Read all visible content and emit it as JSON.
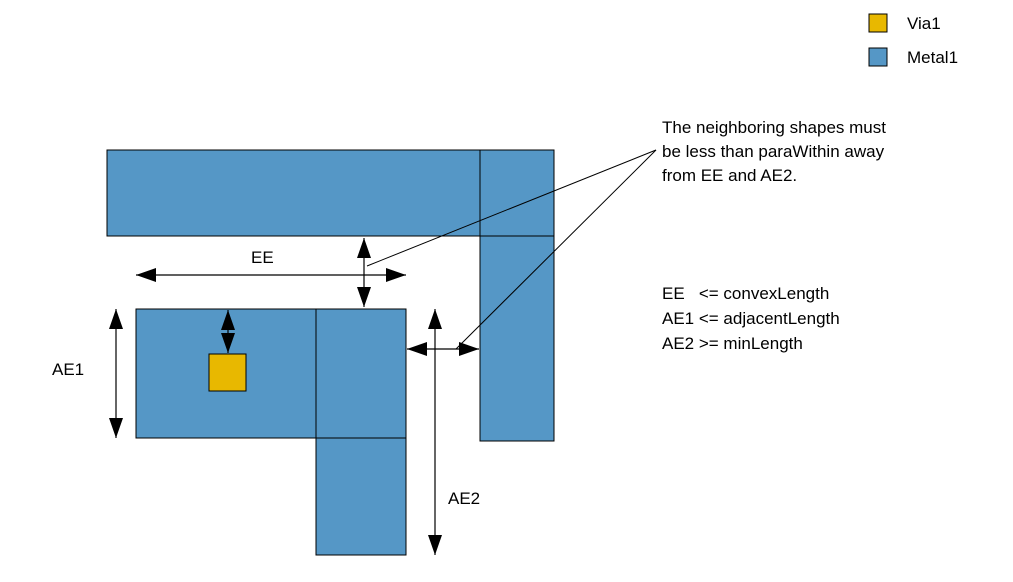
{
  "legend": {
    "items": [
      {
        "label": "Via1",
        "color": "#e8b800"
      },
      {
        "label": "Metal1",
        "color": "#5597c6"
      }
    ]
  },
  "dimension_labels": {
    "ee": "EE",
    "ae1": "AE1",
    "ae2": "AE2"
  },
  "callout": {
    "lines": [
      "The neighboring shapes must",
      "be less than paraWithin away",
      "from EE and AE2."
    ]
  },
  "rules": {
    "lines": [
      "EE   <= convexLength",
      "AE1 <= adjacentLength",
      "AE2 >= minLength"
    ]
  },
  "colors": {
    "metal1": "#5597c6",
    "via1": "#e8b800",
    "outline": "#000000"
  }
}
